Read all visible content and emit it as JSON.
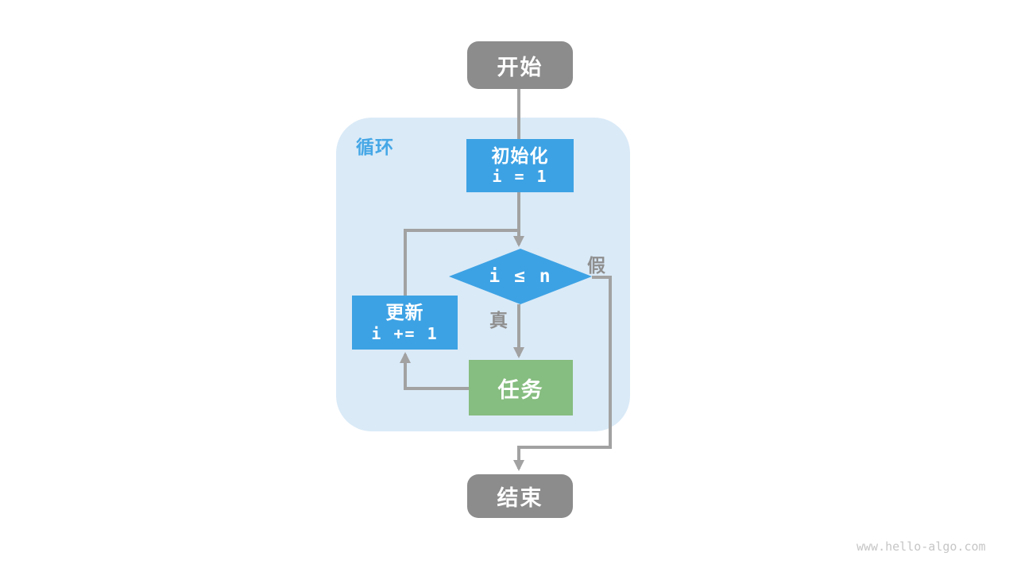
{
  "diagram": {
    "loop_label": "循环",
    "nodes": {
      "start": {
        "label": "开始"
      },
      "init": {
        "label": "初始化",
        "code": "i = 1"
      },
      "condition": {
        "expr": "i ≤ n"
      },
      "update": {
        "label": "更新",
        "code": "i += 1"
      },
      "task": {
        "label": "任务"
      },
      "end": {
        "label": "结束"
      }
    },
    "edge_labels": {
      "true_branch": "真",
      "false_branch": "假"
    },
    "colors": {
      "terminal_gray": "#8c8c8c",
      "process_blue": "#3da2e4",
      "task_green": "#86bd80",
      "loop_background": "#daeaf7",
      "connector_gray": "#a2a2a2",
      "edge_label_gray": "#8f8f8f",
      "loop_label_blue": "#45a7e6",
      "watermark_gray": "#c6c6c6"
    },
    "watermark": "www.hello-algo.com"
  }
}
